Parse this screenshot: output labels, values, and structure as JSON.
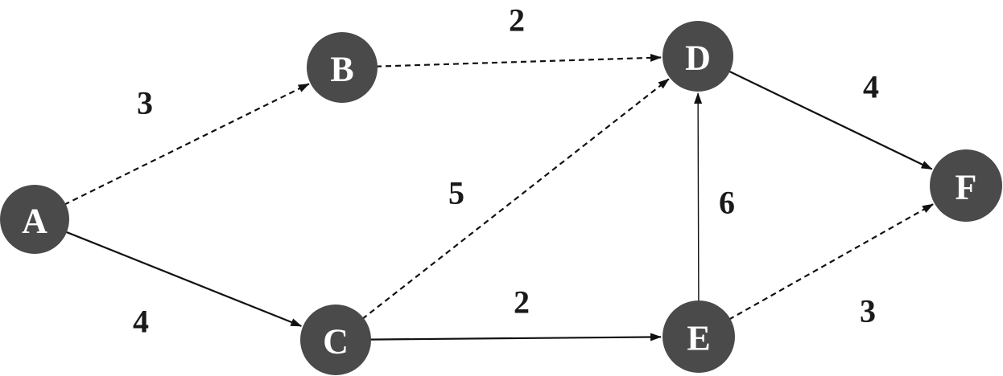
{
  "colors": {
    "node_fill": "#4a4a4a",
    "node_text": "#ffffff",
    "edge": "#111111",
    "weight_text": "#1a1a1a"
  },
  "nodes": [
    {
      "id": "A",
      "label": "A"
    },
    {
      "id": "B",
      "label": "B"
    },
    {
      "id": "C",
      "label": "C"
    },
    {
      "id": "D",
      "label": "D"
    },
    {
      "id": "E",
      "label": "E"
    },
    {
      "id": "F",
      "label": "F"
    }
  ],
  "edges": [
    {
      "from": "A",
      "to": "B",
      "weight": "3",
      "style": "dashed"
    },
    {
      "from": "A",
      "to": "C",
      "weight": "4",
      "style": "solid"
    },
    {
      "from": "B",
      "to": "D",
      "weight": "2",
      "style": "dashed"
    },
    {
      "from": "C",
      "to": "D",
      "weight": "5",
      "style": "dashed"
    },
    {
      "from": "C",
      "to": "E",
      "weight": "2",
      "style": "solid"
    },
    {
      "from": "E",
      "to": "D",
      "weight": "6",
      "style": "solid"
    },
    {
      "from": "D",
      "to": "F",
      "weight": "4",
      "style": "solid"
    },
    {
      "from": "E",
      "to": "F",
      "weight": "3",
      "style": "dashed"
    }
  ]
}
